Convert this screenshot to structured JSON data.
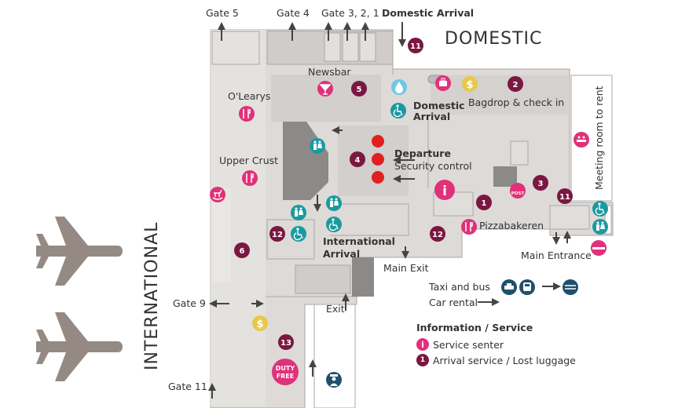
{
  "sections": {
    "domestic": "DOMESTIC",
    "international": "INTERNATIONAL"
  },
  "gates": {
    "gate5": "Gate 5",
    "gate4": "Gate 4",
    "gate321": "Gate 3, 2, 1",
    "gate9": "Gate 9",
    "gate11": "Gate 11"
  },
  "labels": {
    "domestic_arrival_top": "Domestic Arrival",
    "newsbar": "Newsbar",
    "olearys": "O'Learys",
    "bagdrop": "Bagdrop & check in",
    "domestic_arrival_line1": "Domestic",
    "domestic_arrival_line2": "Arrival",
    "departure_line1": "Departure",
    "departure_line2": "Security control",
    "upper_crust": "Upper Crust",
    "meeting_room": "Meeting room to rent",
    "pizzabakeren": "Pizzabakeren",
    "international_arrival_line1": "International",
    "international_arrival_line2": "Arrival",
    "main_entrance": "Main Entrance",
    "main_exit": "Main Exit",
    "exit": "Exit",
    "taxi_bus": "Taxi and bus",
    "car_rental": "Car rental"
  },
  "badges": {
    "b11a": "11",
    "b5": "5",
    "b2": "2",
    "b4": "4",
    "b3": "3",
    "b1": "1",
    "b11b": "11",
    "b12a": "12",
    "b12b": "12",
    "b6": "6",
    "b13": "13"
  },
  "duty_free": {
    "line1": "DUTY",
    "line2": "FREE"
  },
  "post": "POST",
  "legend": {
    "title": "Information / Service",
    "service_label": "Service senter",
    "arrival_symbol": "1",
    "arrival_label": "Arrival service / Lost luggage"
  },
  "colors": {
    "magenta": "#e0317a",
    "plum": "#7a1742",
    "teal": "#1a9aa0",
    "gold": "#e7c84a",
    "red": "#e02020",
    "navy": "#1f4f6b",
    "floor": "#dddad7",
    "floor_dark": "#c9c6c3",
    "wall": "#8c8a88",
    "plane": "#948a83"
  }
}
